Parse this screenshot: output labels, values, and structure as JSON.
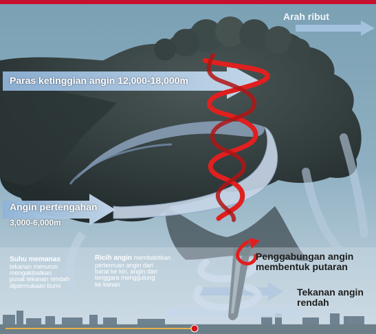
{
  "labels": {
    "storm_direction": "Arah ribut",
    "high_altitude_wind": "Paras ketinggian angin 12,000-18,000m",
    "mid_wind": "Angin pertengahan",
    "mid_altitude": "3,000-6,000m",
    "merge_line1": "Penggabungan angin",
    "merge_line2": "membentuk putaran",
    "low_pressure_line1": "Tekanan angin",
    "low_pressure_line2": "rendah"
  },
  "notes": {
    "heat": {
      "title": "Suhu memanas",
      "lines": [
        "tekanan menurun",
        "mengakibatkan",
        "pusat tekanan rendah",
        "dipermukaan bumi"
      ]
    },
    "ridge": {
      "title": "Ricih angin",
      "first_line_rest": "membabitkan",
      "lines": [
        "pertemuan angin dari",
        "barat ke kiri, angin dari",
        "tenggara menggulung",
        "ke kanan"
      ]
    }
  },
  "colors": {
    "sky": "#6f8fa3",
    "cloud": "#2f3b3c",
    "arrow": "#a9c6e3",
    "spiral_red": "#e0201f",
    "top_bar": "#c8102e"
  }
}
